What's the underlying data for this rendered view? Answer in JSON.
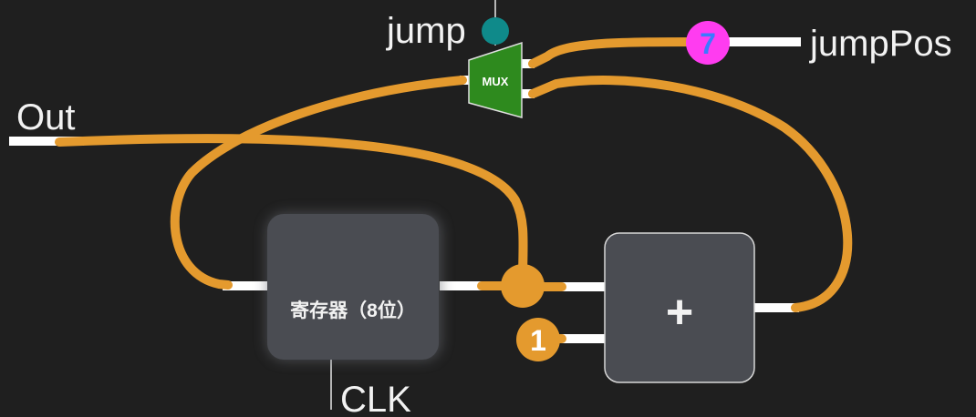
{
  "labels": {
    "jump": "jump",
    "jump_pos": "jumpPos",
    "out": "Out",
    "clk": "CLK"
  },
  "mux": {
    "label": "MUX"
  },
  "register": {
    "label": "寄存器（8位）"
  },
  "adder": {
    "symbol": "+"
  },
  "constants": {
    "jump_pos_value": "7",
    "increment_value": "1"
  },
  "colors": {
    "background": "#1f1f1f",
    "wire": "#e49a2e",
    "block": "#4a4c52",
    "mux": "#2e8a1e",
    "jump_pin": "#0f8a8a",
    "jump_pos_constant": "#ff3cf0",
    "jump_pos_digit": "#3a7bff",
    "text": "#f2f2f2"
  }
}
